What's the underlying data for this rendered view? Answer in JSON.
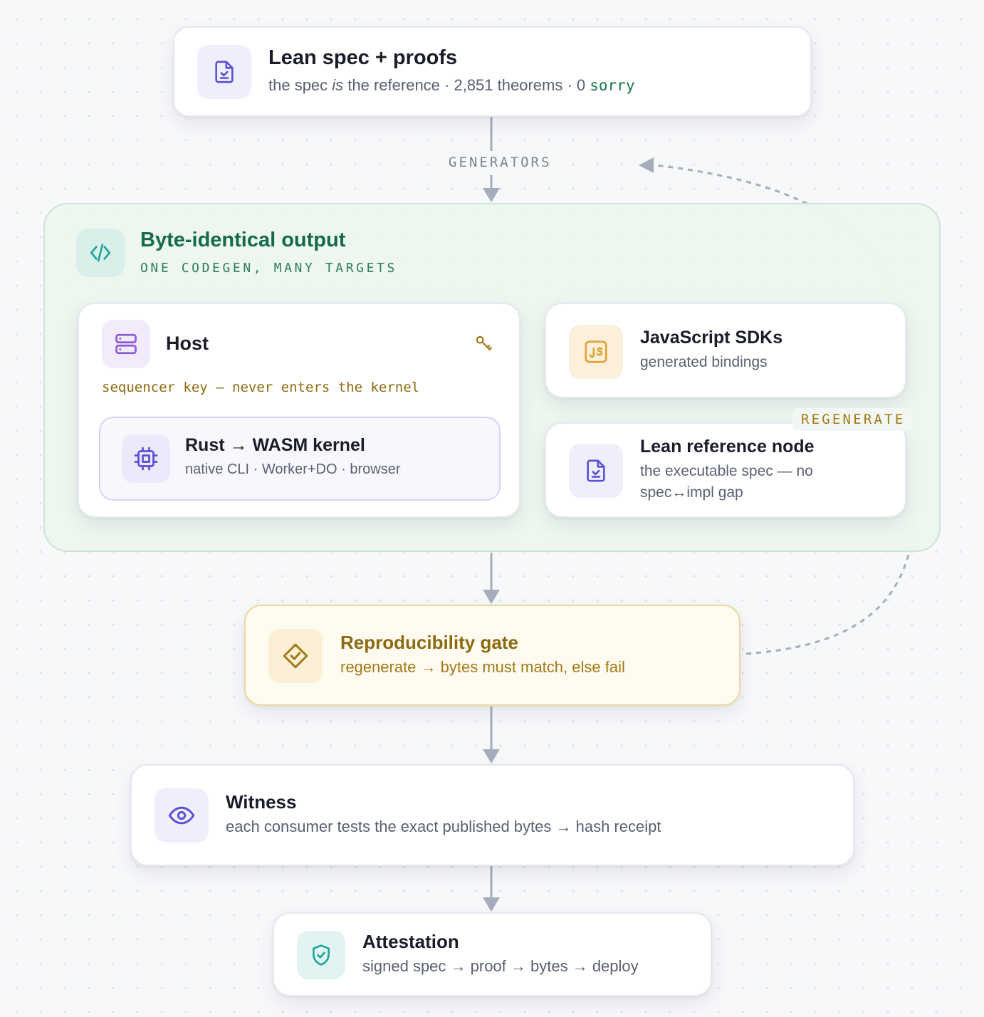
{
  "colors": {
    "accent_purple": "#5b4fd6",
    "accent_green": "#136a4c",
    "accent_gold": "#9a6f12",
    "accent_teal": "#1aa39a",
    "accent_orange": "#e3a336",
    "connector": "#a6adbd"
  },
  "spec": {
    "icon": "file-check-icon",
    "title": "Lean spec + proofs",
    "sub_pre": "the spec ",
    "sub_em": "is",
    "sub_post": " the reference · 2,851 theorems · 0 ",
    "sub_code": "sorry"
  },
  "edges": {
    "generators": "GENERATORS",
    "regenerate": "REGENERATE"
  },
  "group": {
    "icon": "code-icon",
    "title": "Byte-identical output",
    "subtitle": "ONE CODEGEN, MANY TARGETS"
  },
  "host": {
    "icon": "server-icon",
    "key_icon": "key-icon",
    "title": "Host",
    "note": "sequencer key — never enters the kernel"
  },
  "kernel": {
    "icon": "cpu-icon",
    "title": "Rust → WASM kernel",
    "sub": "native CLI · Worker+DO · browser"
  },
  "js": {
    "icon": "js-icon",
    "title": "JavaScript SDKs",
    "sub": "generated bindings"
  },
  "leanref": {
    "icon": "file-check-icon",
    "title": "Lean reference node",
    "sub_line1": "the executable spec — no",
    "sub_line2": "spec↔impl gap"
  },
  "gate": {
    "icon": "diamond-check-icon",
    "title": "Reproducibility gate",
    "sub": "regenerate → bytes must match, else fail"
  },
  "witness": {
    "icon": "eye-icon",
    "title": "Witness",
    "sub": "each consumer tests the exact published bytes → hash receipt"
  },
  "attestation": {
    "icon": "shield-check-icon",
    "title": "Attestation",
    "sub": "signed spec → proof → bytes → deploy"
  }
}
